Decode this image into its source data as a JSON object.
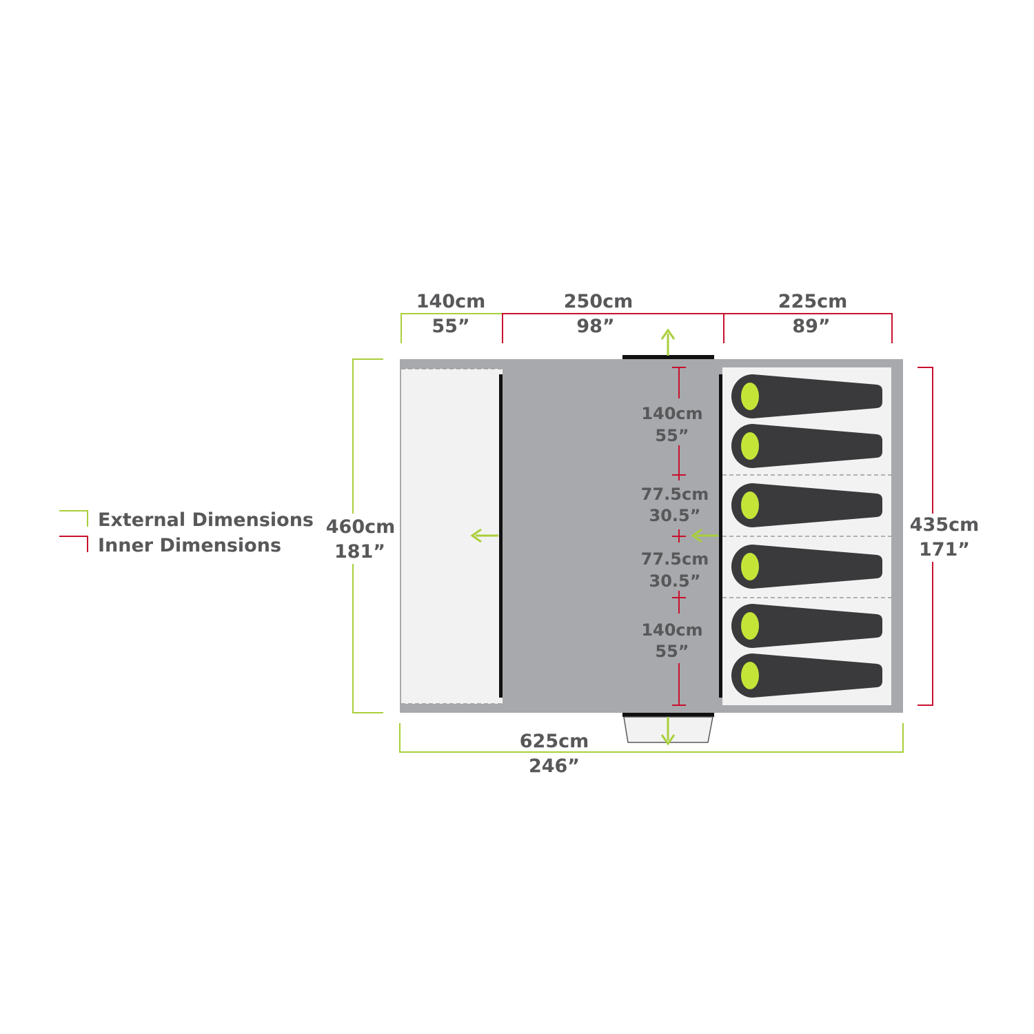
{
  "colors": {
    "external": "#a9cf3a",
    "inner": "#c8102e",
    "text": "#58585a",
    "tent_shell": "#a7a9ac",
    "inner_floor": "#f2f2f2",
    "sleeping_bag": "#3a3a3c",
    "bag_hood": "#c4e538",
    "door_bar": "#111111"
  },
  "legend": {
    "external": "External Dimensions",
    "inner": "Inner Dimensions"
  },
  "top_dimensions": [
    {
      "cm": "140cm",
      "in": "55”",
      "type": "external"
    },
    {
      "cm": "250cm",
      "in": "98”",
      "type": "inner"
    },
    {
      "cm": "225cm",
      "in": "89”",
      "type": "inner"
    }
  ],
  "left_dimension": {
    "cm": "460cm",
    "in": "181”",
    "type": "external"
  },
  "right_dimension": {
    "cm": "435cm",
    "in": "171”",
    "type": "inner"
  },
  "bottom_dimension": {
    "cm": "625cm",
    "in": "246”",
    "type": "external"
  },
  "bedroom_dimensions": [
    {
      "cm": "140cm",
      "in": "55”"
    },
    {
      "cm": "77.5cm",
      "in": "30.5”"
    },
    {
      "cm": "77.5cm",
      "in": "30.5”"
    },
    {
      "cm": "140cm",
      "in": "55”"
    }
  ],
  "sleeping_bags": 6
}
